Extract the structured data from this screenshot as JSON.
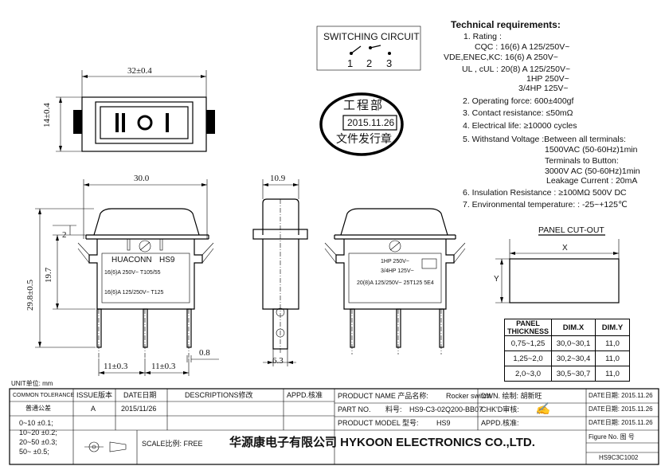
{
  "switching_circuit": {
    "title": "SWITCHING CIRCUIT",
    "t1": "1",
    "t2": "2",
    "t3": "3"
  },
  "stamp": {
    "top": "工程部",
    "date": "2015.11.26",
    "bottom": "文件发行章"
  },
  "dims": {
    "top_width": "32±0.4",
    "top_height": "14±0.4",
    "front_width": "30.0",
    "front_height_a": "2",
    "front_height_b": "19.7",
    "front_height_total": "29.8±0.5",
    "pin_pitch_a": "11±0.3",
    "pin_pitch_b": "11±0.3",
    "pin_thick": "0.8",
    "side_width": "10.9",
    "side_pin": "6.3"
  },
  "front_label": {
    "brand": "HUACONN",
    "model": "HS9",
    "line1": "16(6)A 250V~ T105/55",
    "line2": "16(6)A 125/250V~ T125"
  },
  "back_label": {
    "line1": "1HP 250V~",
    "line2": "3/4HP 125V~",
    "line3": "20(8)A 125/250V~ 25T125 5E4"
  },
  "requirements": {
    "title": "Technical requirements:",
    "rating_head": "1. Rating :",
    "cqc": "CQC : 16(6) A 125/250V~",
    "vde": "VDE,ENEC,KC: 16(6) A 250V~",
    "ul": "UL , cUL : 20(8) A 125/250V~",
    "hp1": "1HP 250V~",
    "hp2": "3/4HP 125V~",
    "r2": "2. Operating force: 600±400gf",
    "r3": "3. Contact resistance: ≤50mΩ",
    "r4": "4. Electrical life: ≥10000 cycles",
    "r5a": "5. Withstand Voltage :Between all terminals:",
    "r5b": "1500VAC (50-60Hz)1min",
    "r5c": "Terminals to Button:",
    "r5d": "3000V AC (50-60Hz)1min",
    "r5e": "Leakage Current : 20mA",
    "r6": "6. Insulation Resistance : ≥100MΩ 500V DC",
    "r7": "7. Environmental temperature: : -25~+125℃"
  },
  "panel_cutout": {
    "title": "PANEL CUT-OUT",
    "x_label": "X",
    "y_label": "Y",
    "headers": [
      "PANEL THICKNESS",
      "DIM.X",
      "DIM.Y"
    ],
    "rows": [
      [
        "0,75~1,25",
        "30,0~30,1",
        "11,0"
      ],
      [
        "1,25~2,0",
        "30,2~30,4",
        "11,0"
      ],
      [
        "2,0~3,0",
        "30,5~30,7",
        "11,0"
      ]
    ]
  },
  "title_block": {
    "unit": "UNIT单位: mm",
    "common_tolerance": "COMMON TOLERANCE",
    "common_tolerance_cn": "普通公差",
    "tolerances": [
      "0~10  ±0.1;",
      "10~20  ±0.2;",
      "20~50  ±0.3;",
      "50~  ±0.5;"
    ],
    "issue_h": "ISSUE版本",
    "issue": "A",
    "date_h": "DATE日期",
    "date": "2015/11/26",
    "desc_h": "DESCRIPTIONS修改",
    "appd_h": "APPD.核准",
    "product_name_h": "PRODUCT NAME 产品名称:",
    "product_name": "Rocker switch",
    "part_no_h": "PART NO.",
    "part_no_cn": "料号:",
    "part_no": "HS9-C3-02Q200-BB07",
    "product_model_h": "PRODUCT MODEL 型号:",
    "product_model": "HS9",
    "dwn": "DWN. 绘制: 胡新旺",
    "chkd": "CHK'D审核:",
    "appd2": "APPD.核准:",
    "date_right": "DATE日期: 2015.11.26",
    "scale": "SCALE比例: FREE",
    "company": "华源康电子有限公司 HYKOON ELECTRONICS CO.,LTD.",
    "figure": "Figure No. 图 号",
    "figure_no": "HS9C3C1002"
  }
}
